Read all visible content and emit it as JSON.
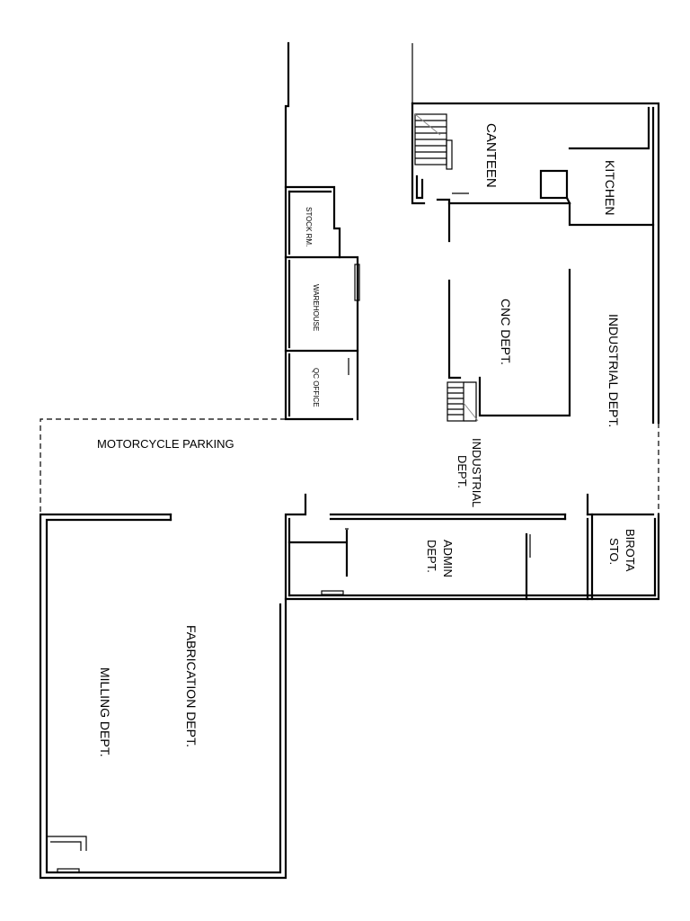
{
  "floor_plan": {
    "rooms": {
      "canteen": "CANTEEN",
      "kitchen": "KITCHEN",
      "stock_room": "STOCK RM.",
      "warehouse": "WAREHOUSE",
      "qc_office": "QC OFFICE",
      "cnc_dept": "CNC DEPT.",
      "industrial_dept_right": "INDUSTRIAL DEPT.",
      "motorcycle_parking": "MOTORCYCLE PARKING",
      "industrial_dept_center_line1": "INDUSTRIAL",
      "industrial_dept_center_line2": "DEPT.",
      "admin_dept_line1": "ADMIN",
      "admin_dept_line2": "DEPT.",
      "birota_line1": "BIROTA",
      "birota_line2": "STO.",
      "fabrication_dept": "FABRICATION DEPT.",
      "milling_dept": "MILLING DEPT."
    }
  }
}
